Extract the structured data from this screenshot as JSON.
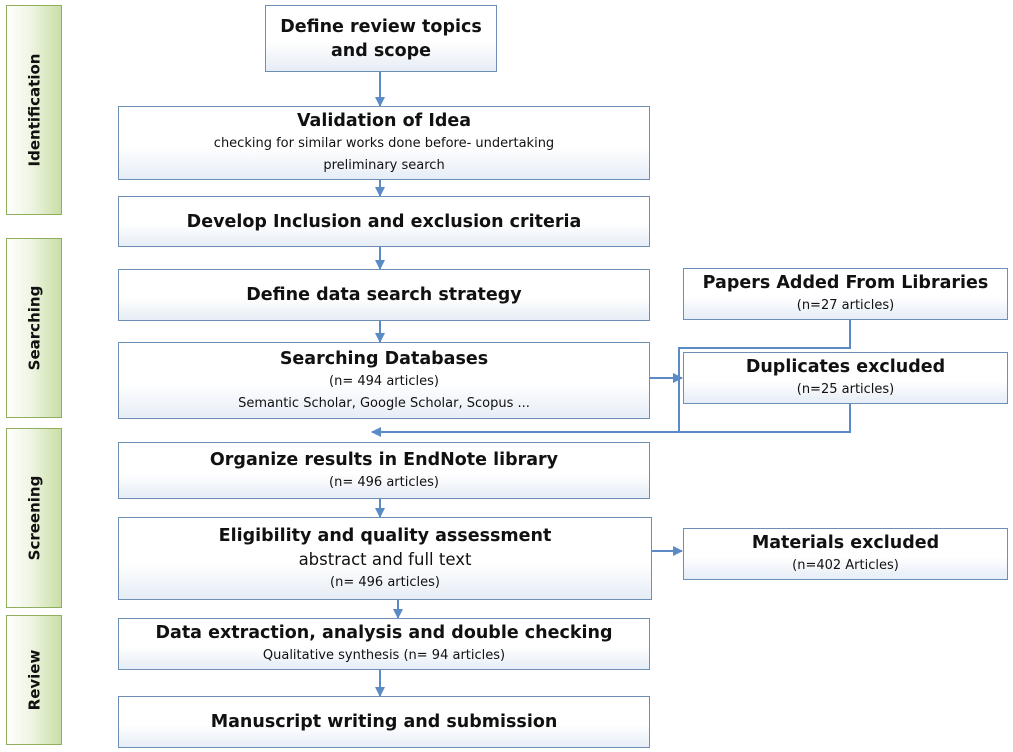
{
  "phases": [
    "Identification",
    "Searching",
    "Screening",
    "Review"
  ],
  "steps": {
    "define_topics": {
      "title": "Define review topics and scope"
    },
    "validation": {
      "title": "Validation of Idea",
      "detail": "checking for similar works done before-  undertaking preliminary search"
    },
    "criteria": {
      "title": "Develop Inclusion and exclusion criteria"
    },
    "strategy": {
      "title": "Define data search strategy"
    },
    "databases": {
      "title": "Searching Databases",
      "count": "(n= 494 articles)",
      "detail": "Semantic Scholar, Google Scholar, Scopus ..."
    },
    "endnote": {
      "title": "Organize results in EndNote library",
      "count": "(n= 496 articles)"
    },
    "eligibility": {
      "title": "Eligibility and quality  assessment",
      "detail": "abstract and full text",
      "count": "(n= 496 articles)"
    },
    "extraction": {
      "title": "Data extraction, analysis and double checking",
      "detail": "Qualitative synthesis  (n= 94 articles)"
    },
    "manuscript": {
      "title": "Manuscript writing and submission"
    }
  },
  "side_boxes": {
    "papers_added": {
      "title": "Papers Added From Libraries",
      "count": "(n=27 articles)"
    },
    "duplicates": {
      "title": "Duplicates excluded",
      "count": "(n=25 articles)"
    },
    "materials_excluded": {
      "title": "Materials excluded",
      "count": "(n=402 Articles)"
    }
  },
  "colors": {
    "box_border": "#6d8fb5",
    "arrow": "#5b8bc4",
    "phase_border": "#8fae5e",
    "phase_fill": "#c9dea6"
  }
}
